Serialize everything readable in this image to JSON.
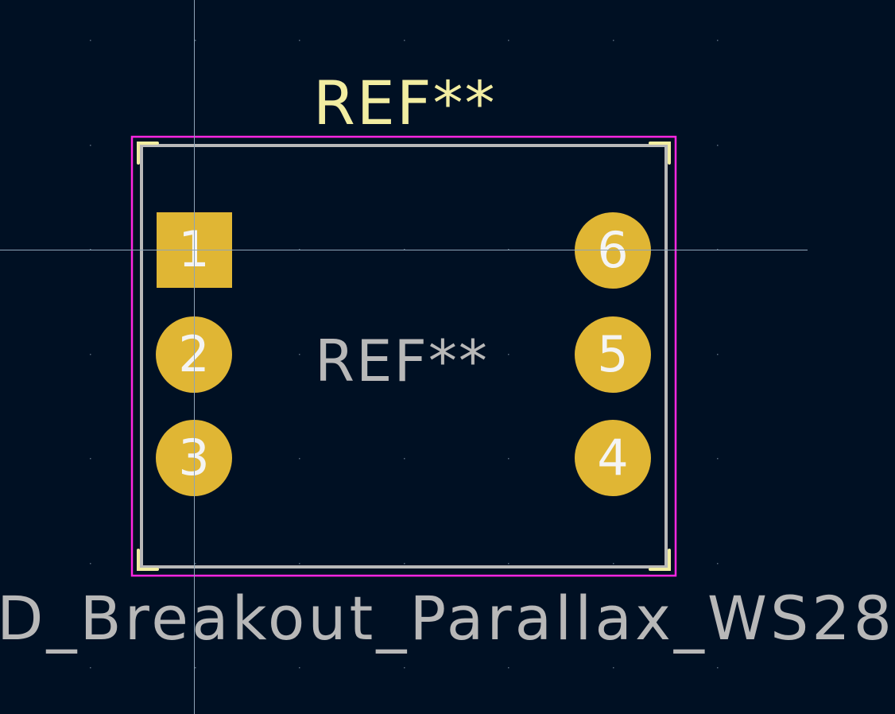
{
  "footprint": {
    "reference_silkscreen": "REF**",
    "reference_fab": "REF**",
    "value": "D_Breakout_Parallax_WS28"
  },
  "pads": [
    {
      "number": "1",
      "shape": "square"
    },
    {
      "number": "2",
      "shape": "circle"
    },
    {
      "number": "3",
      "shape": "circle"
    },
    {
      "number": "4",
      "shape": "circle"
    },
    {
      "number": "5",
      "shape": "circle"
    },
    {
      "number": "6",
      "shape": "circle"
    }
  ],
  "colors": {
    "background": "#001023",
    "pad": "#e0b634",
    "pad_number": "#f4f4f4",
    "silkscreen": "#f2eda1",
    "fabrication": "#b8b8b8",
    "courtyard": "#ff26e2",
    "crosshair": "#8ea4b8"
  },
  "icons": [
    "grid-crosshair"
  ]
}
